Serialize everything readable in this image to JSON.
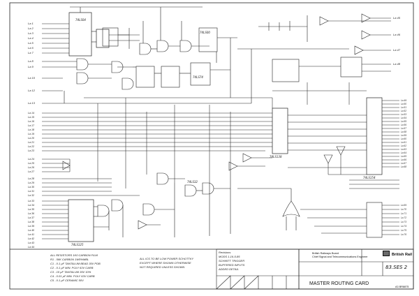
{
  "title_block": {
    "company": "British Rail",
    "dept_line1": "British Railways Board",
    "dept_line2": "Chief Signal and Telecommunications Engineer",
    "drawing_number": "83.SES 2",
    "card_title": "MASTER ROUTING CARD",
    "sheet_ref": "A3 BR8875"
  },
  "notes": [
    "ALL RESISTORS 1K0 CARBON FILM",
    "R1 - 56K CARBON 1W5%MBL",
    "C1 - 0.1 µF TANTALUM BEAD 35V PDB",
    "C2 - 0.1 µF MIN. POLY 63V CARB",
    "C3 - 10 µF TANTALUM 35V 10%",
    "C4 - 0.01 µF MIN. POLY 63V CARB",
    "C5 - 0.1 µF CERAMIC 50V"
  ],
  "notes2": [
    "ALL ICS TO BE LOW POWER SCHOTTKY",
    "EXCEPT WHERE SHOWN OTHERWISE",
    "NOT REQUIRED UNLESS SHOWN"
  ],
  "revision_block": {
    "heading": "Revisions",
    "lines": [
      "MODS 1-16-5-85",
      "SCHMITT TRIGGER",
      "BUFFERED INPUTS",
      "ADDED DETAIL"
    ]
  },
  "pin_labels": {
    "left_top": [
      "La 1",
      "La 2",
      "La 3",
      "La 4",
      "La 5",
      "La 6",
      "La 7"
    ],
    "left_top_b": [
      "La 8",
      "La 9",
      "La 10"
    ],
    "left_clock": [
      "La 12",
      "La 13"
    ],
    "left_bus_a": [
      "La 14",
      "La 15",
      "La 16",
      "La 17",
      "La 18",
      "La 19",
      "La 20",
      "La 21",
      "La 22",
      "La 23"
    ],
    "left_bus_b": [
      "La 24",
      "La 25",
      "La 26",
      "La 27",
      "La 28",
      "La 29",
      "La 30",
      "La 31",
      "La 32"
    ],
    "left_bus_c": [
      "La 33",
      "La 34",
      "La 35",
      "La 36",
      "La 37",
      "La 38",
      "La 39",
      "La 40",
      "La 41",
      "La 42",
      "La 43",
      "La 44"
    ],
    "right_top": [
      "La 45",
      "La 46",
      "La 47",
      "La 48"
    ],
    "right_mid": [
      "La 49",
      "La 50",
      "La 51",
      "La 52",
      "La 53",
      "La 54",
      "La 55",
      "La 56",
      "La 57",
      "La 58",
      "La 59",
      "La 60",
      "La 61",
      "La 62",
      "La 63",
      "La 64",
      "La 65",
      "La 66",
      "La 67",
      "La 68"
    ],
    "right_bot": [
      "La 69",
      "La 70",
      "La 71",
      "La 72",
      "La 73",
      "La 74",
      "La 75",
      "La 76"
    ]
  },
  "chip_labels": {
    "ic1": "74LS04",
    "ic2": "74LS74",
    "ic3": "74LS00",
    "ic4": "74LS32",
    "ic5": "74LS138",
    "ic6": "74LS154",
    "ic7": "74LS125"
  }
}
